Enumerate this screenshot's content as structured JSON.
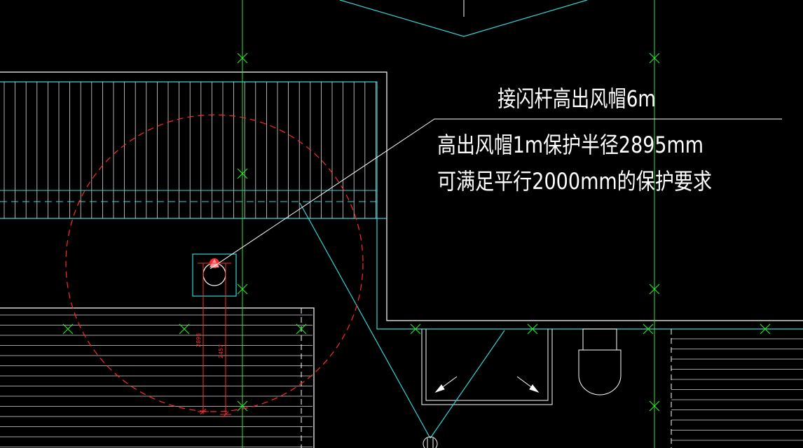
{
  "drawing": {
    "background": "#000000",
    "colors": {
      "wall": "#33d6d6",
      "axis": "#2ee02e",
      "protection": "#ff2a2a",
      "white": "#ffffff"
    },
    "annotation": {
      "title": "接闪杆高出风帽6m",
      "line1": "高出风帽1m保护半径2895mm",
      "line2": "可满足平行2000mm的保护要求"
    },
    "dimensions": {
      "radius": "2895",
      "offset": "2457"
    },
    "symbols": {
      "axis_marker": "x-cross-icon",
      "air_terminal": "lightning-rod-icon",
      "fan_cap": "circle-icon"
    }
  }
}
